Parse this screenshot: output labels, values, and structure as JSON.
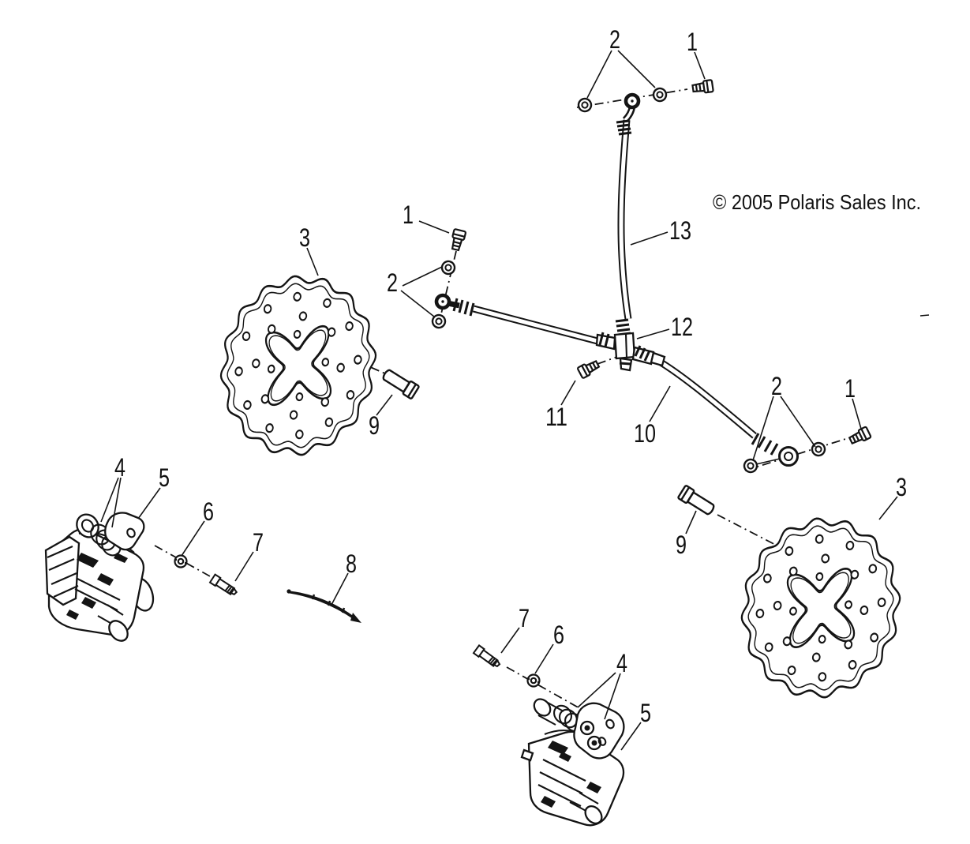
{
  "diagram": {
    "copyright": "© 2005 Polaris Sales Inc.",
    "callouts": [
      {
        "id": "2-top",
        "text": "2"
      },
      {
        "id": "1-top",
        "text": "1"
      },
      {
        "id": "13",
        "text": "13"
      },
      {
        "id": "12",
        "text": "12"
      },
      {
        "id": "1-left",
        "text": "1"
      },
      {
        "id": "2-left",
        "text": "2"
      },
      {
        "id": "3-left",
        "text": "3"
      },
      {
        "id": "9-left",
        "text": "9"
      },
      {
        "id": "11",
        "text": "11"
      },
      {
        "id": "10",
        "text": "10"
      },
      {
        "id": "2-right",
        "text": "2"
      },
      {
        "id": "1-right",
        "text": "1"
      },
      {
        "id": "3-right",
        "text": "3"
      },
      {
        "id": "9-right",
        "text": "9"
      },
      {
        "id": "4-left",
        "text": "4"
      },
      {
        "id": "5-left",
        "text": "5"
      },
      {
        "id": "6-left",
        "text": "6"
      },
      {
        "id": "7-left",
        "text": "7"
      },
      {
        "id": "8",
        "text": "8"
      },
      {
        "id": "7-bottom",
        "text": "7"
      },
      {
        "id": "6-bottom",
        "text": "6"
      },
      {
        "id": "4-bottom",
        "text": "4"
      },
      {
        "id": "5-bottom",
        "text": "5"
      }
    ],
    "line_color": "#141414",
    "background": "#ffffff"
  }
}
